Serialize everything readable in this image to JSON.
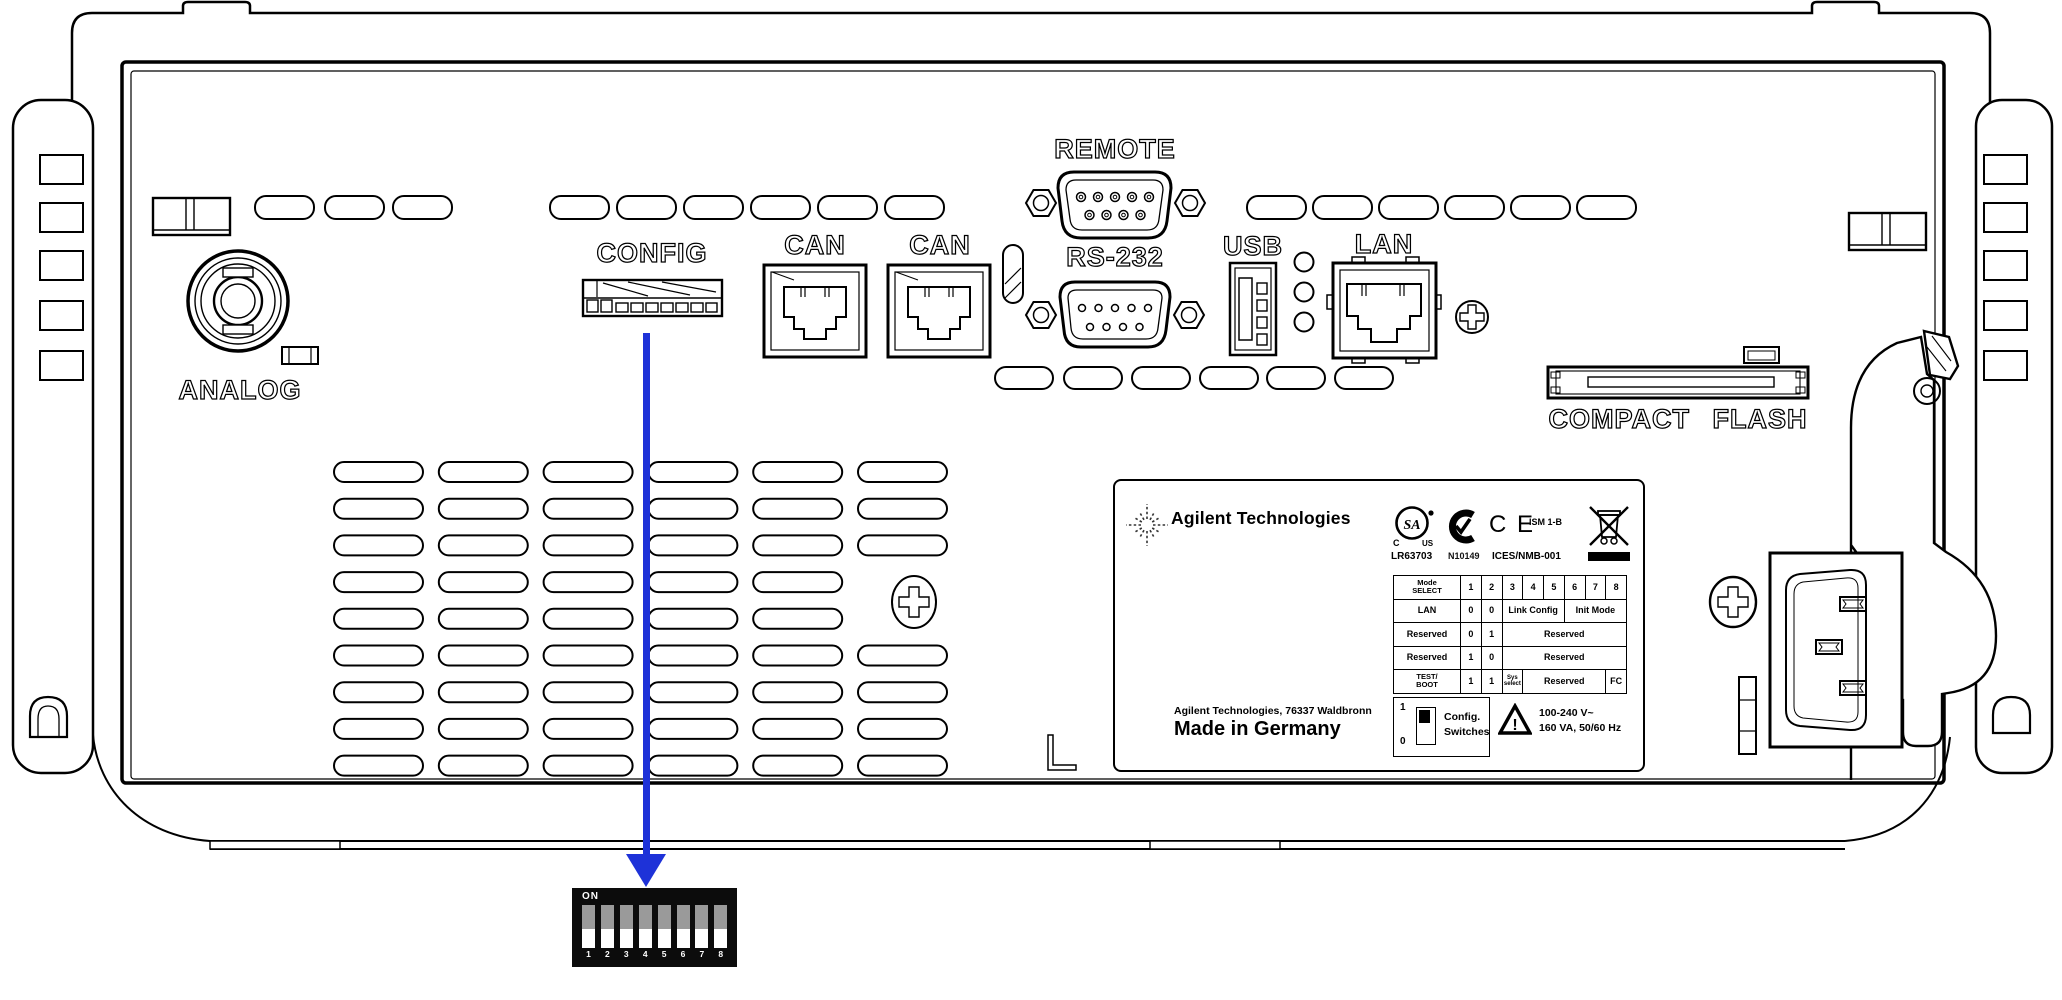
{
  "panel_labels": {
    "remote": "REMOTE",
    "rs232": "RS-232",
    "usb": "USB",
    "lan": "LAN",
    "can_left": "CAN",
    "can_right": "CAN",
    "config": "CONFIG",
    "analog": "ANALOG",
    "compact_flash": "COMPACT FLASH"
  },
  "dip_switch": {
    "on_label": "ON",
    "positions": [
      "1",
      "2",
      "3",
      "4",
      "5",
      "6",
      "7",
      "8"
    ]
  },
  "nameplate": {
    "brand": "Agilent Technologies",
    "certifications": {
      "csa_sa": "SA",
      "csa_c": "C",
      "csa_us": "US",
      "csa_code": "LR63703",
      "ctick_code": "N10149",
      "ce": "C E",
      "ism": "ISM 1-B",
      "ices": "ICES/NMB-001"
    },
    "table": {
      "mode_line1": "Mode",
      "mode_line2": "SELECT",
      "header_numbers": [
        "1",
        "2",
        "3",
        "4",
        "5",
        "6",
        "7",
        "8"
      ],
      "rows": [
        {
          "name": "LAN",
          "b1": "0",
          "b2": "0",
          "link": "Link Config",
          "init": "Init Mode"
        },
        {
          "name": "Reserved",
          "b1": "0",
          "b2": "1",
          "res": "Reserved"
        },
        {
          "name": "Reserved",
          "b1": "1",
          "b2": "0",
          "res": "Reserved"
        },
        {
          "name_l1": "TEST/",
          "name_l2": "BOOT",
          "b1": "1",
          "b2": "1",
          "sys_l1": "Sys",
          "sys_l2": "select",
          "res": "Reserved",
          "fc": "FC"
        }
      ]
    },
    "config_switch": {
      "one": "1",
      "zero": "0",
      "line1": "Config.",
      "line2": "Switches"
    },
    "power": {
      "line1": "100-240 V~",
      "line2": "160 VA, 50/60 Hz"
    },
    "address": "Agilent Technologies, 76337 Waldbronn",
    "made_in": "Made in Germany"
  },
  "colors": {
    "arrow": "#1e32d8",
    "line": "#000000",
    "switch_gray": "#9a9a9a"
  }
}
